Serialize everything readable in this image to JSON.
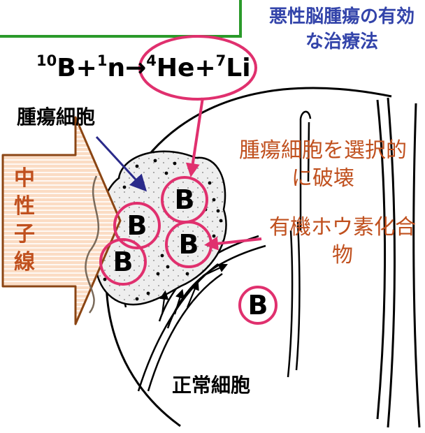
{
  "subtitle": "悪性脳腫瘍の有効な治療法",
  "equation": {
    "t1_mass": "10",
    "t1_sym": "B+",
    "t2_mass": "1",
    "t2_sym": "n",
    "arrow": "→",
    "t3_mass": "4",
    "t3_sym": "He+",
    "t4_mass": "7",
    "t4_sym": "Li"
  },
  "labels": {
    "tumor_cell": "腫瘍細胞",
    "selective_destroy": "腫瘍細胞を選択的に破壊",
    "organic_boron": "有機ホウ素化合物",
    "normal_cell": "正常細胞",
    "neutron_beam": "中性子線"
  },
  "boron_symbol": "B",
  "colors": {
    "title_border": "#2a9a2a",
    "subtitle": "#3344aa",
    "accent_text": "#c0501e",
    "circle": "#e0306e",
    "pointer_arrow": "#2a2a8a",
    "beam_fill": "#fbdcc4",
    "beam_stroke": "#8b4513",
    "tumor_fill": "#eeeeee"
  },
  "icons": [
    "neutron-beam-arrow",
    "tumor-pointer-arrow",
    "compound-pointer-arrow",
    "reaction-pointer-arrow"
  ]
}
